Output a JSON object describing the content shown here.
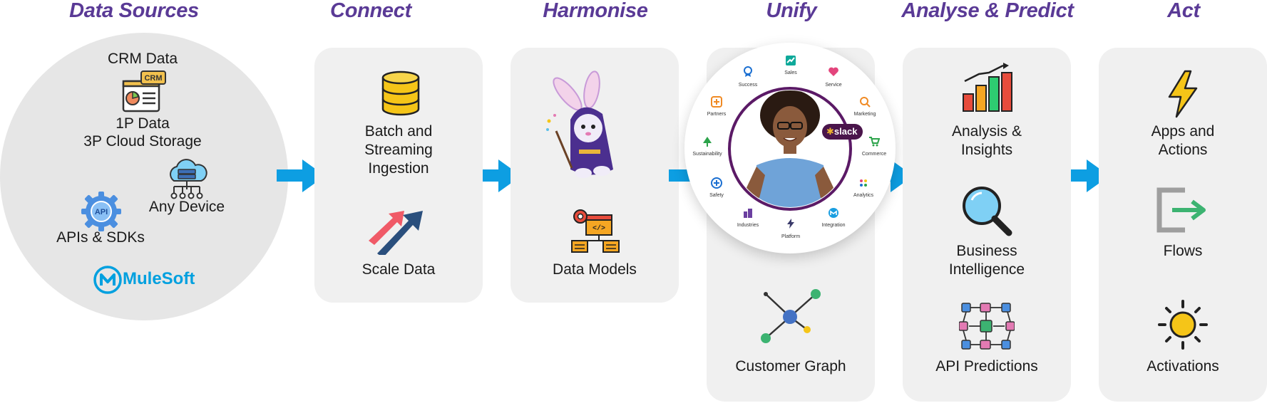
{
  "headings": {
    "data_sources": "Data Sources",
    "connect": "Connect",
    "harmonise": "Harmonise",
    "unify": "Unify",
    "analyse": "Analyse & Predict",
    "act": "Act"
  },
  "data_sources": {
    "crm": "CRM Data",
    "crm_badge": "CRM",
    "first_party": "1P Data",
    "cloud": "3P Cloud Storage",
    "device": "Any Device",
    "apis": "APIs & SDKs",
    "api_badge": "API",
    "mulesoft": "MuleSoft"
  },
  "connect": {
    "batch_line1": "Batch and",
    "batch_line2": "Streaming",
    "batch_line3": "Ingestion",
    "scale": "Scale Data"
  },
  "harmonise": {
    "models": "Data Models"
  },
  "unify": {
    "ring": [
      "Success",
      "Sales",
      "Service",
      "Marketing",
      "Commerce",
      "Analytics",
      "Integration",
      "Platform",
      "Industries",
      "Safety",
      "Sustainability",
      "Partners"
    ],
    "slack": "slack",
    "graph": "Customer Graph"
  },
  "analyse": {
    "insights_line1": "Analysis &",
    "insights_line2": "Insights",
    "bi_line1": "Business",
    "bi_line2": "Intelligence",
    "predictions": "API Predictions"
  },
  "act": {
    "apps_line1": "Apps and",
    "apps_line2": "Actions",
    "flows": "Flows",
    "activations": "Activations"
  },
  "colors": {
    "heading": "#5a3a96",
    "arrow": "#0d9ee2",
    "panel": "#f0f0f0",
    "mulesoft": "#00a0df"
  }
}
